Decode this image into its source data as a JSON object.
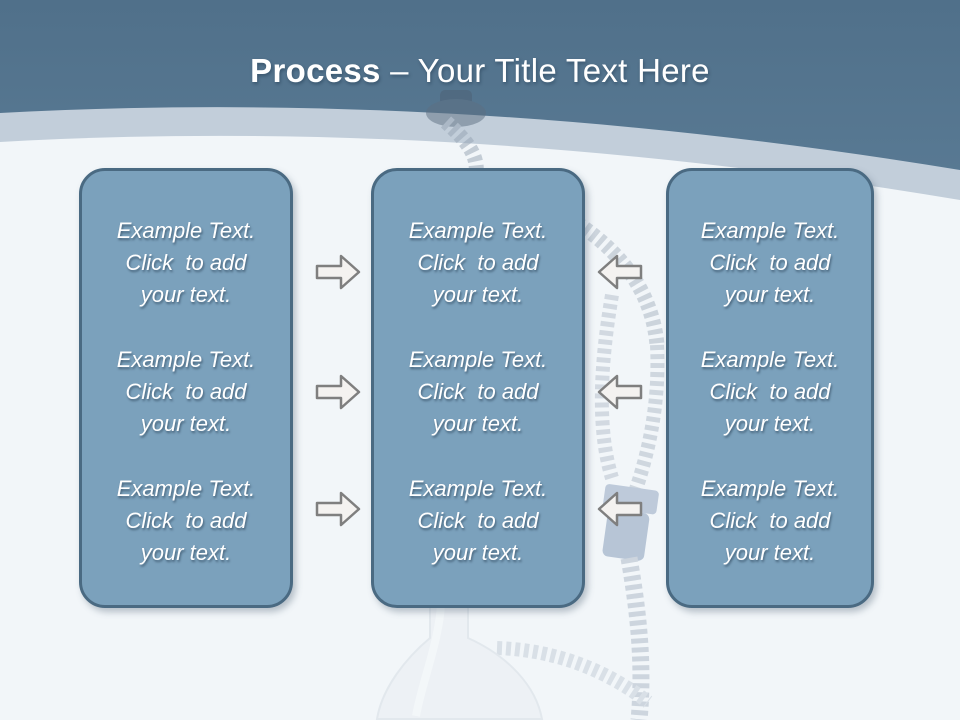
{
  "title": {
    "bold_text": "Process",
    "regular_text": "– Your Title Text Here"
  },
  "columns": [
    {
      "position": "left",
      "paragraphs": [
        {
          "lines": [
            "Example Text.",
            "Click  to add",
            "your text."
          ]
        },
        {
          "lines": [
            "Example Text.",
            "Click  to add",
            "your text."
          ]
        },
        {
          "lines": [
            "Example Text.",
            "Click  to add",
            "your text."
          ]
        }
      ]
    },
    {
      "position": "middle",
      "paragraphs": [
        {
          "lines": [
            "Example Text.",
            "Click  to add",
            "your text."
          ]
        },
        {
          "lines": [
            "Example Text.",
            "Click  to add",
            "your text."
          ]
        },
        {
          "lines": [
            "Example Text.",
            "Click  to add",
            "your text."
          ]
        }
      ]
    },
    {
      "position": "right",
      "paragraphs": [
        {
          "lines": [
            "Example Text.",
            "Click  to add",
            "your text."
          ]
        },
        {
          "lines": [
            "Example Text.",
            "Click  to add",
            "your text."
          ]
        },
        {
          "lines": [
            "Example Text.",
            "Click  to add",
            "your text."
          ]
        }
      ]
    }
  ],
  "icons": {
    "left_gap": "arrow-right-icon",
    "right_gap": "arrow-left-icon",
    "background_watermark": "hookah-watermark"
  },
  "colors": {
    "header_gradient_top": "#50708a",
    "header_gradient_bottom": "#7296af",
    "curve_band": "#c2ceda",
    "body_background": "#f2f6f9",
    "box_fill": "#7ba1bc",
    "box_border": "#4a6a82",
    "arrow_fill": "#f4f2f0",
    "arrow_stroke": "#7f7f7f",
    "title_color": "#ffffff",
    "placeholder_text_color": "#ffffff"
  }
}
